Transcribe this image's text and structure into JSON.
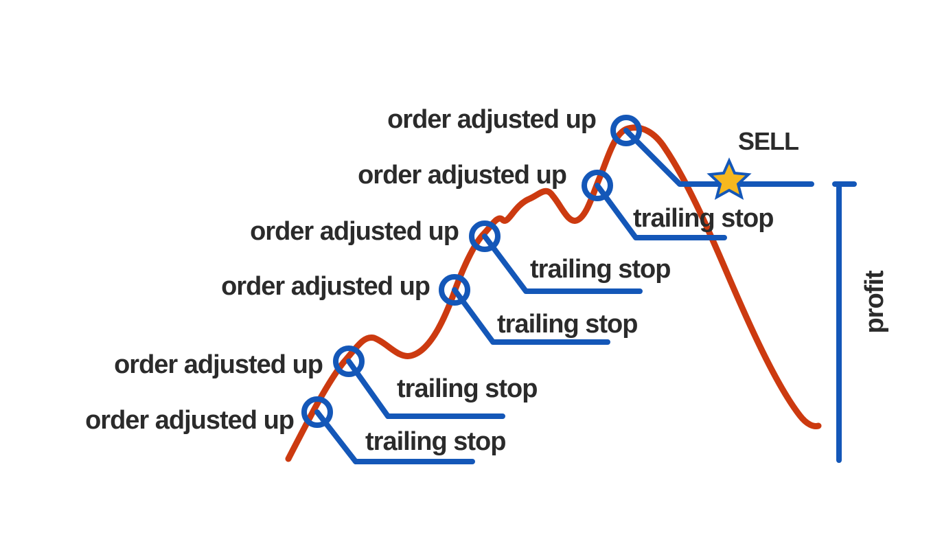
{
  "labels": {
    "order_adjusted": "order adjusted up",
    "trailing_stop": "trailing stop",
    "sell": "SELL",
    "profit": "profit"
  },
  "colors": {
    "price_line": "#cc3a10",
    "stop_line": "#1457b8",
    "star_fill": "#f7b81e",
    "star_stroke": "#1457b8",
    "text": "#2b2b2b"
  }
}
